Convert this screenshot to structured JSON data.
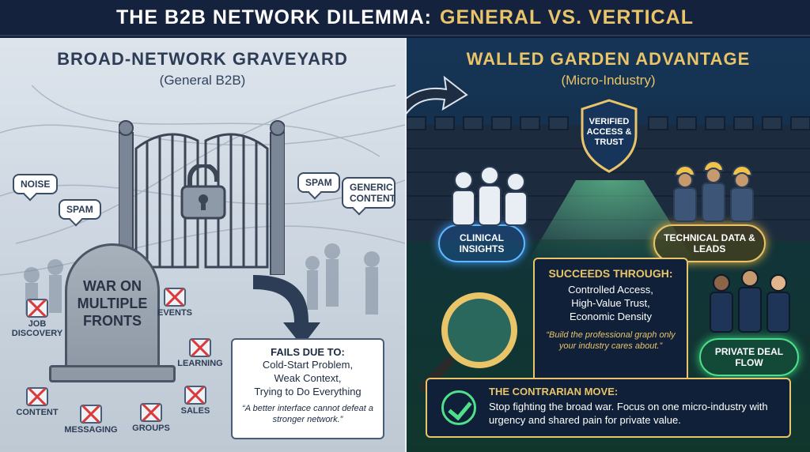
{
  "title": {
    "part1": "THE B2B NETWORK DILEMMA:",
    "part2": "GENERAL VS. VERTICAL"
  },
  "left": {
    "heading": "BROAD-NETWORK GRAVEYARD",
    "subheading": "(General B2B)",
    "bubbles": [
      "NOISE",
      "SPAM",
      "SPAM",
      "GENERIC CONTENT"
    ],
    "tombstone": "WAR ON MULTIPLE FRONTS",
    "crossed_items": [
      "JOB DISCOVERY",
      "EVENTS",
      "LEARNING",
      "CONTENT",
      "MESSAGING",
      "GROUPS",
      "SALES"
    ],
    "fails": {
      "title": "FAILS DUE TO:",
      "lines": [
        "Cold-Start Problem,",
        "Weak Context,",
        "Trying to Do Everything"
      ],
      "quote": "“A better interface cannot defeat a stronger network.”"
    }
  },
  "right": {
    "heading": "WALLED GARDEN ADVANTAGE",
    "subheading": "(Micro-Industry)",
    "shield": "VERIFIED ACCESS & TRUST",
    "clinical": "CLINICAL INSIGHTS",
    "technical": "TECHNICAL DATA & LEADS",
    "private": "PRIVATE DEAL FLOW",
    "succeeds": {
      "title": "SUCCEEDS THROUGH:",
      "lines": [
        "Controlled Access,",
        "High-Value Trust,",
        "Economic Density"
      ],
      "quote": "“Build the professional graph only your industry cares about.”"
    },
    "contrarian": {
      "title": "THE CONTRARIAN MOVE:",
      "text": "Stop fighting the broad war. Focus on one micro-industry with urgency and shared pain for private value."
    }
  },
  "colors": {
    "navy": "#14223d",
    "gold": "#e9c468",
    "red": "#d93a3a",
    "green": "#4ee08b",
    "blue": "#5fb7ff"
  }
}
